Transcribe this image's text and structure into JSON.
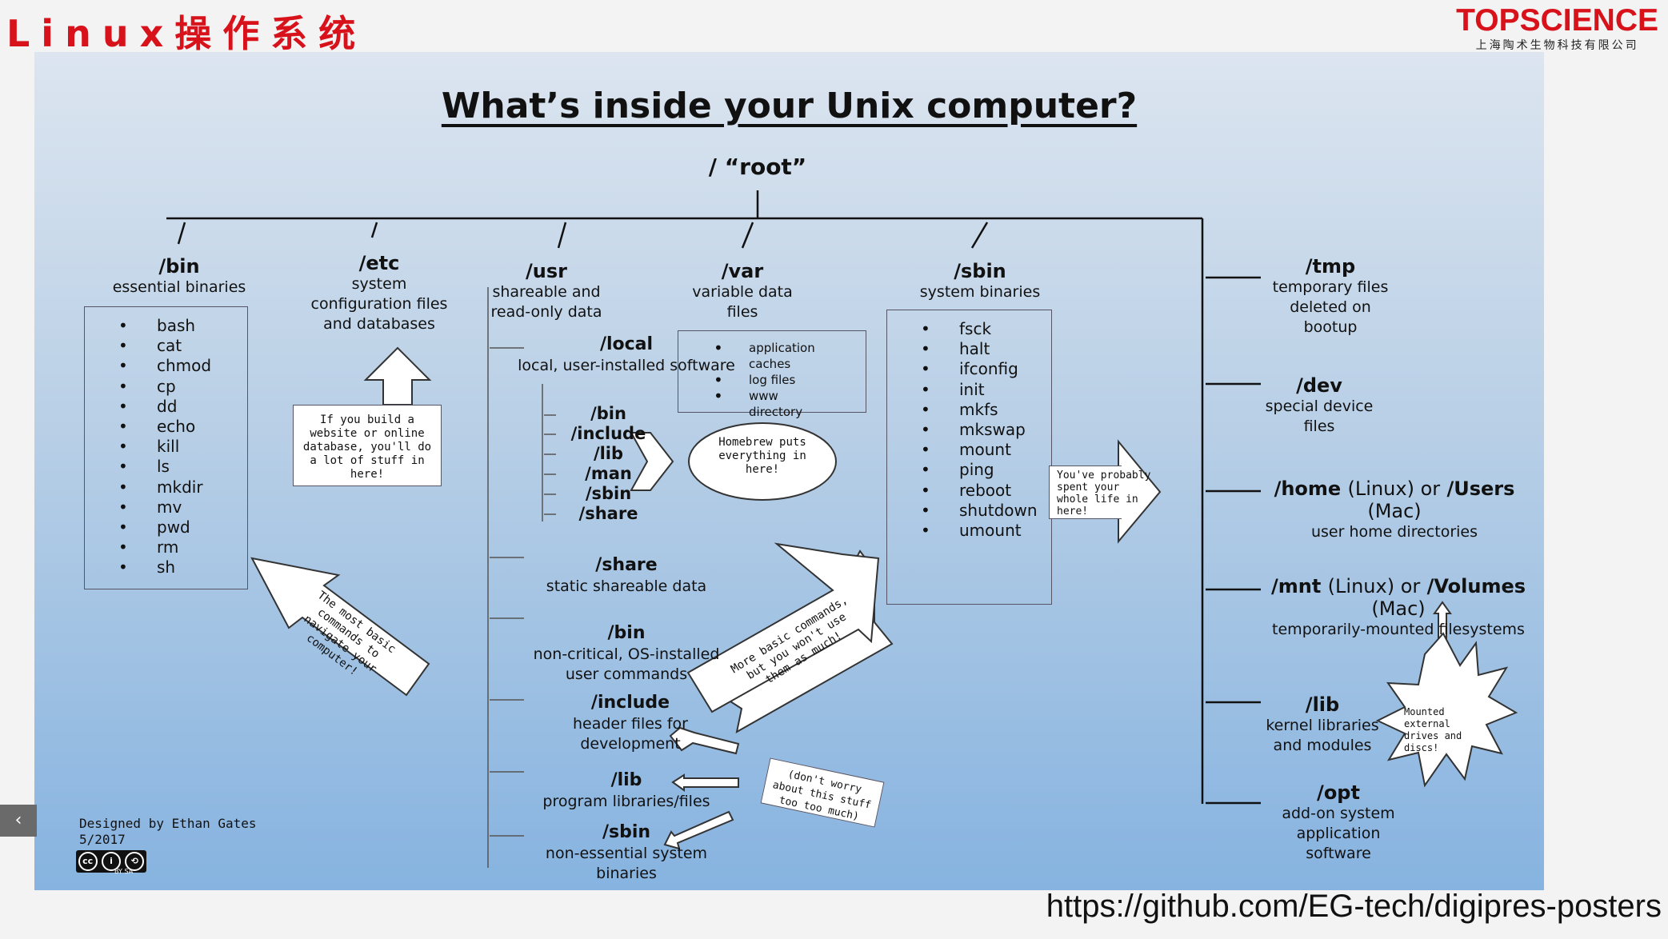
{
  "header": {
    "course_title": "Linux操作系统",
    "logo_name": "TOPSCIENCE",
    "logo_sub": "上海陶术生物科技有限公司"
  },
  "poster": {
    "title": "What’s inside your Unix computer?",
    "root": "/ “root”",
    "bin": {
      "name": "/bin",
      "desc": "essential binaries",
      "items": [
        "bash",
        "cat",
        "chmod",
        "cp",
        "dd",
        "echo",
        "kill",
        "ls",
        "mkdir",
        "mv",
        "pwd",
        "rm",
        "sh"
      ],
      "note": "The most basic commands to navigate your computer!"
    },
    "etc": {
      "name": "/etc",
      "desc": "system configuration files and databases",
      "note": "If you build a website or online database, you'll do a lot of stuff in here!"
    },
    "usr": {
      "name": "/usr",
      "desc": "shareable and read-only data",
      "local": {
        "name": "/local",
        "desc": "local, user-installed software",
        "subs": [
          "/bin",
          "/include",
          "/lib",
          "/man",
          "/sbin",
          "/share"
        ],
        "note": "Homebrew puts everything in here!"
      },
      "share": {
        "name": "/share",
        "desc": "static shareable data"
      },
      "bin": {
        "name": "/bin",
        "desc": "non-critical, OS-installed user commands"
      },
      "include": {
        "name": "/include",
        "desc": "header files for development"
      },
      "lib": {
        "name": "/lib",
        "desc": "program libraries/files"
      },
      "sbin": {
        "name": "/sbin",
        "desc": "non-essential system binaries"
      },
      "note_more": "More basic commands, but you won't use them as much!",
      "note_dont": "(don't worry about this stuff too too much)"
    },
    "var": {
      "name": "/var",
      "desc": "variable data files",
      "items": [
        "application caches",
        "log files",
        "www directory"
      ]
    },
    "sbin": {
      "name": "/sbin",
      "desc": "system binaries",
      "items": [
        "fsck",
        "halt",
        "ifconfig",
        "init",
        "mkfs",
        "mkswap",
        "mount",
        "ping",
        "reboot",
        "shutdown",
        "umount"
      ],
      "note": "You've probably spent your whole life in here!"
    },
    "tmp": {
      "name": "/tmp",
      "desc": "temporary files deleted on bootup"
    },
    "dev": {
      "name": "/dev",
      "desc": "special device files"
    },
    "home": {
      "name1": "/home",
      "mid1": "(Linux) or",
      "name2": "/Users",
      "mid2": "(Mac)",
      "desc": "user home directories"
    },
    "mnt": {
      "name1": "/mnt",
      "mid1": "(Linux) or",
      "name2": "/Volumes",
      "mid2": "(Mac)",
      "desc": "temporarily-mounted filesystems",
      "note": "Mounted external drives and discs!"
    },
    "lib": {
      "name": "/lib",
      "desc": "kernel libraries and modules"
    },
    "opt": {
      "name": "/opt",
      "desc": "add-on system application software"
    },
    "credit": {
      "designer": "Designed by Ethan Gates",
      "date": "5/2017",
      "cc_label": "BY SA"
    }
  },
  "footer": {
    "url": "https://github.com/EG-tech/digipres-posters",
    "nav_arrow": "‹"
  },
  "colors": {
    "accent_red": "#d8121b",
    "poster_top": "#dce5f0",
    "poster_bottom": "#86b3e0"
  }
}
